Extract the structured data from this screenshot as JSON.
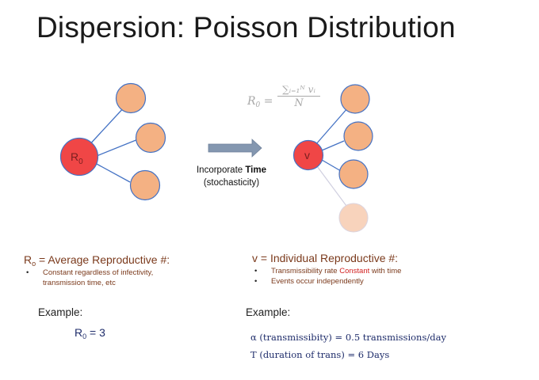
{
  "title": "Dispersion: Poisson Distribution",
  "left_diagram": {
    "center_label": "R",
    "center_sub": "0"
  },
  "right_diagram": {
    "center_label": "v"
  },
  "arrow_caption": {
    "line1_prefix": "Incorporate ",
    "line1_bold": "Time",
    "line2": "(stochasticity)"
  },
  "formula": {
    "lhs": "R",
    "lhs_sub": "0",
    "equals": " =",
    "numerator": "∑ᵢ₌₁ᴺ vᵢ",
    "denominator": "N"
  },
  "left_section": {
    "heading_prefix": "R",
    "heading_sub": "o",
    "heading_rest": " = Average Reproductive #:",
    "bullets": [
      "Constant regardless of infectivity,",
      "transmission time, etc"
    ],
    "example_label": "Example:",
    "example_value_prefix": "R",
    "example_value_sub": "0",
    "example_value_rest": " = 3"
  },
  "right_section": {
    "heading": "v = Individual Reproductive #:",
    "bullet1_prefix": "Transmissibility rate ",
    "bullet1_highlight": "Constant",
    "bullet1_suffix": " with time",
    "bullet2": "Events occur independently",
    "example_label": "Example:",
    "line1": "α (transmissibity) = 0.5 transmissions/day",
    "line2": "T (duration of trans) = 6 Days"
  },
  "colors": {
    "center_node": "#f04646",
    "leaf_node": "#f4b183",
    "faded_node": "#f8d3bc",
    "edge": "#4472c4",
    "faded_edge": "#d0cfe0",
    "arrow": "#8497b0",
    "heading_text": "#7b3a1c",
    "example_text": "#1f2d6b"
  }
}
